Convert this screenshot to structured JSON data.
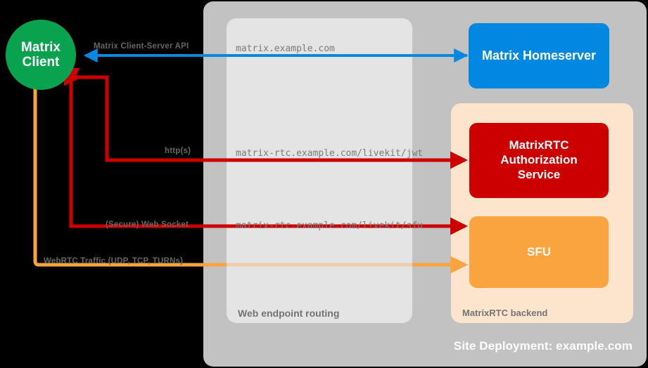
{
  "diagram": {
    "site": {
      "label": "Site Deployment: example.com"
    },
    "web_routing": {
      "label": "Web endpoint routing"
    },
    "backend": {
      "label": "MatrixRTC backend"
    },
    "nodes": {
      "client": {
        "line1": "Matrix",
        "line2": "Client",
        "color": "#09a350"
      },
      "homeserver": {
        "label": "Matrix Homeserver",
        "color": "#0288e0"
      },
      "auth": {
        "line1": "MatrixRTC",
        "line2": "Authorization",
        "line3": "Service",
        "color": "#cc0000"
      },
      "sfu": {
        "label": "SFU",
        "color": "#f9a43e"
      }
    },
    "edges": [
      {
        "id": "cs-api",
        "caption": "Matrix Client-Server API",
        "endpoint": "matrix.example.com",
        "color": "#0288e0"
      },
      {
        "id": "jwt",
        "caption": "http(s)",
        "endpoint": "matrix-rtc.example.com/livekit/jwt",
        "color": "#cc0000"
      },
      {
        "id": "ws",
        "caption": "(Secure) Web Socket",
        "endpoint": "matrix-rtc.example.com/livekit/sfu",
        "color": "#cc0000"
      },
      {
        "id": "webrtc",
        "caption": "WebRTC Traffic (UDP, TCP, TURNs)",
        "endpoint": "",
        "color": "#f9a43e"
      }
    ]
  }
}
